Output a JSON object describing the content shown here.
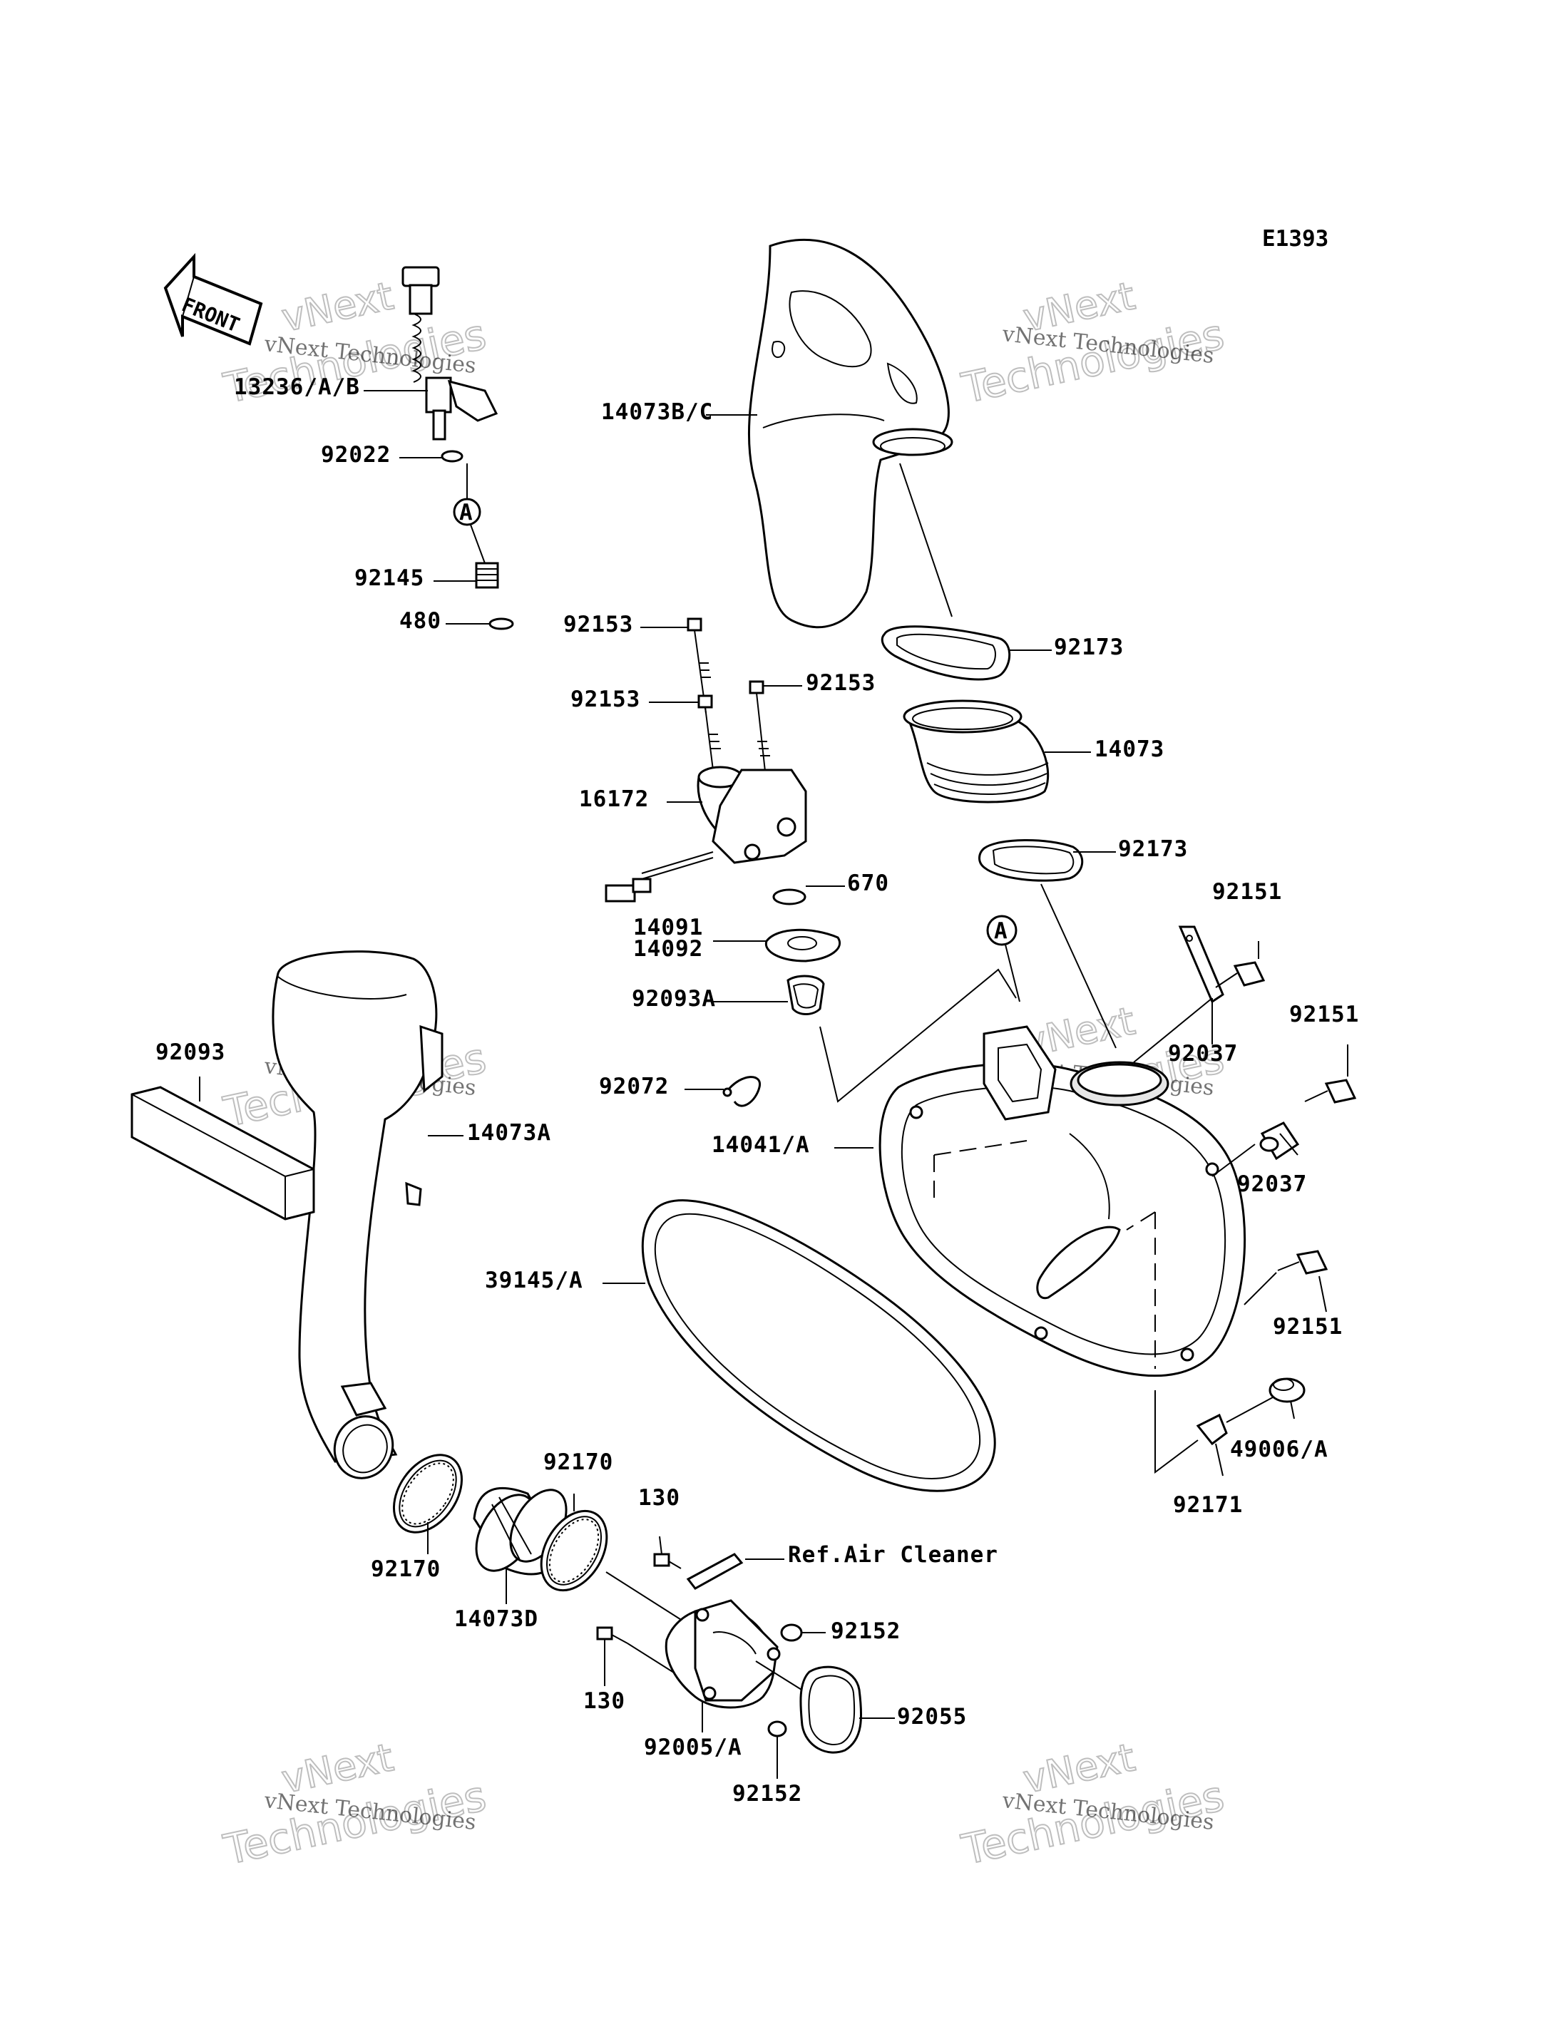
{
  "diagram_code": "E1393",
  "front_label": "FRONT",
  "ref_label": "A",
  "watermark_text": "vNext Technologies",
  "watermark_big_1": "vNext",
  "watermark_big_2": "Technologies",
  "part_labels": {
    "p13236": "13236/A/B",
    "p92022": "92022",
    "p92145": "92145",
    "p480": "480",
    "p14073BC": "14073B/C",
    "p92153a": "92153",
    "p92153b": "92153",
    "p92153c": "92153",
    "p92173a": "92173",
    "p14073": "14073",
    "p92173b": "92173",
    "p16172": "16172",
    "p670": "670",
    "p14091": "14091",
    "p14092": "14092",
    "p92093A": "92093A",
    "p92151a": "92151",
    "p92037a": "92037",
    "p92151b": "92151",
    "p92093": "92093",
    "p92072": "92072",
    "p14073A": "14073A",
    "p14041A": "14041/A",
    "p92037b": "92037",
    "p39145A": "39145/A",
    "p92151c": "92151",
    "p49006A": "49006/A",
    "p92171": "92171",
    "p92170a": "92170",
    "p92170b": "92170",
    "p130a": "130",
    "p14073D": "14073D",
    "pRefAir": "Ref.Air Cleaner",
    "p92152a": "92152",
    "p130b": "130",
    "p92055": "92055",
    "p92005A": "92005/A",
    "p92152b": "92152"
  }
}
